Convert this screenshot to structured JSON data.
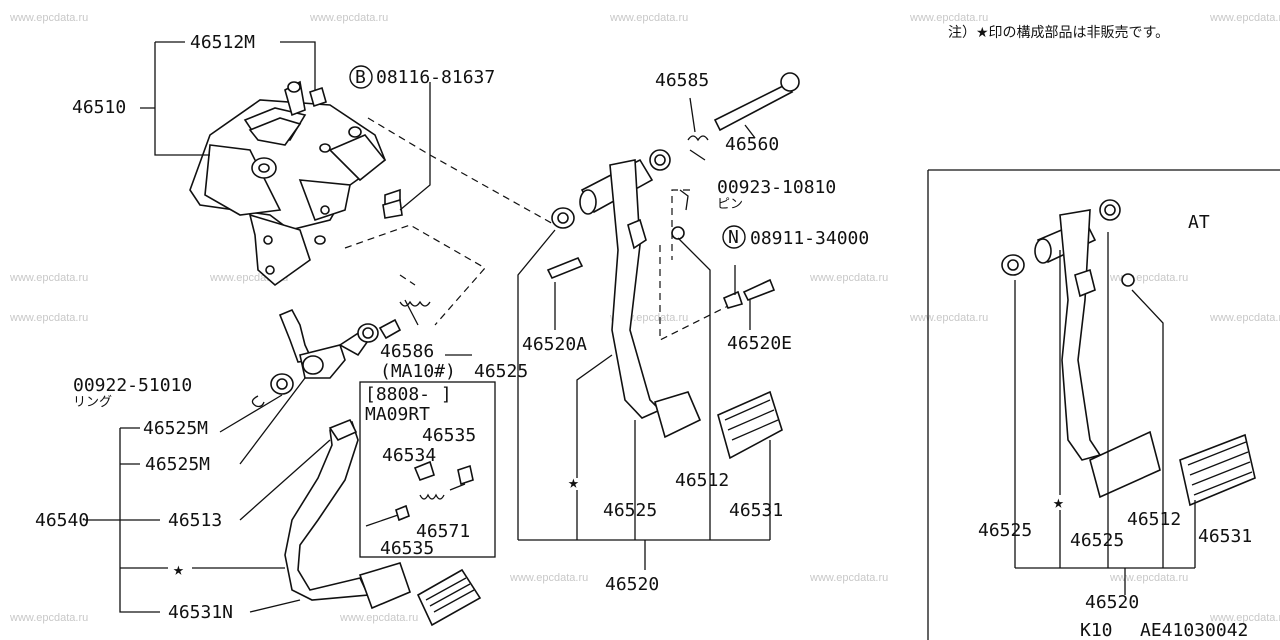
{
  "watermark": "www.epcdata.ru",
  "note": "注）★印の構成部品は非販売です。",
  "star": "★",
  "labels": {
    "p46512M": "46512M",
    "p46510": "46510",
    "p08116": "08116-81637",
    "b_circle": "B",
    "p46586": "46586",
    "ma10": "(MA10#)",
    "p46525a": "46525",
    "p00922": "00922-51010",
    "ring": "リング",
    "p46525M_1": "46525M",
    "p46525M_2": "46525M",
    "p46540": "46540",
    "p46513": "46513",
    "p46531N": "46531N",
    "box_date": "[8808-      ]",
    "box_model": "MA09RT",
    "p46535a": "46535",
    "p46534": "46534",
    "p46571": "46571",
    "p46535b": "46535",
    "p46585": "46585",
    "p46560": "46560",
    "p00923": "00923-10810",
    "pin": "ピン",
    "n_circle": "N",
    "p08911": "08911-34000",
    "p46520A": "46520A",
    "p46520E": "46520E",
    "p46512": "46512",
    "p46525b": "46525",
    "p46531": "46531",
    "p46520": "46520",
    "at": "AT",
    "p46525c": "46525",
    "p46525d": "46525",
    "p46512b": "46512",
    "p46531b": "46531",
    "p46520b": "46520",
    "footer_k": "K10",
    "footer_code": "AE41030042"
  }
}
